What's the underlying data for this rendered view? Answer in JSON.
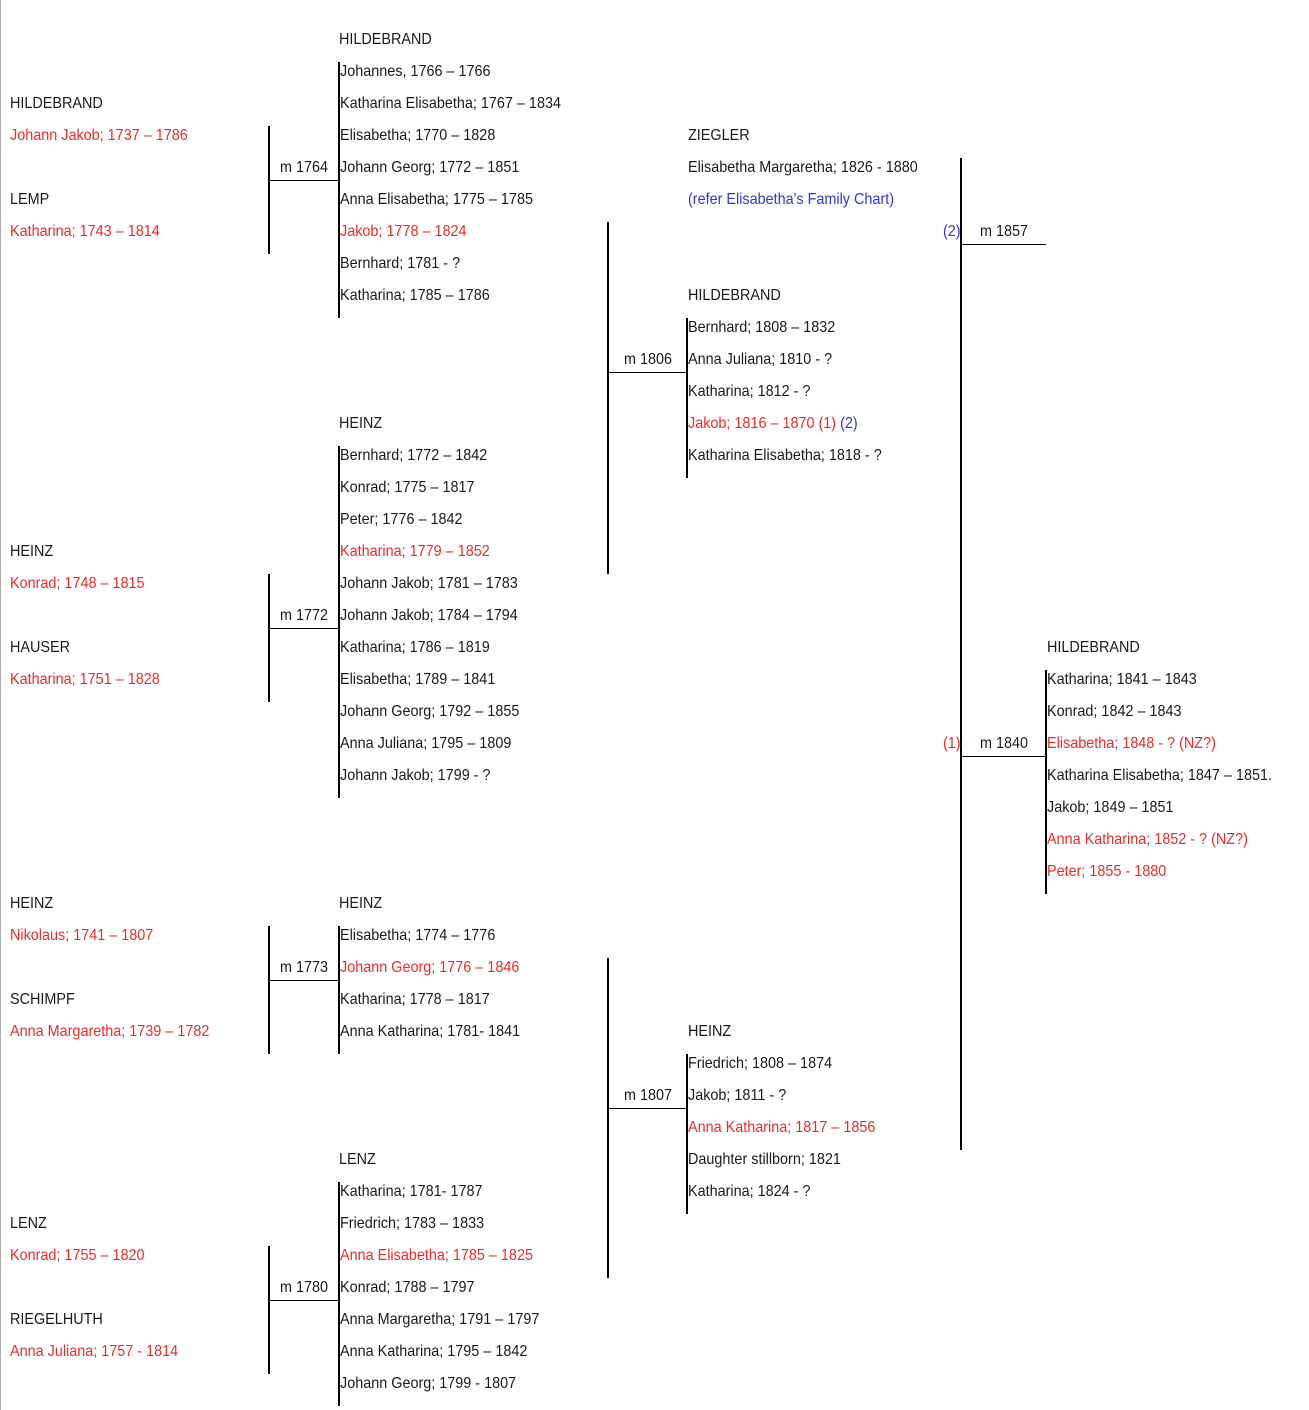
{
  "grandparents": [
    {
      "father_surname": "HILDEBRAND",
      "father": "Johann Jakob; 1737 – 1786",
      "mother_surname": "LEMP",
      "mother": "Katharina; 1743 – 1814",
      "marriage": "m 1764"
    },
    {
      "father_surname": "HEINZ",
      "father": "Konrad; 1748 – 1815",
      "mother_surname": "HAUSER",
      "mother": "Katharina; 1751 – 1828",
      "marriage": "m 1772"
    },
    {
      "father_surname": "HEINZ",
      "father": "Nikolaus; 1741 – 1807",
      "mother_surname": "SCHIMPF",
      "mother": "Anna Margaretha; 1739 – 1782",
      "marriage": "m 1773"
    },
    {
      "father_surname": "LENZ",
      "father": "Konrad; 1755 – 1820",
      "mother_surname": "RIEGELHUTH",
      "mother": "Anna Juliana; 1757 - 1814",
      "marriage": "m 1780"
    }
  ],
  "families_gen2": [
    {
      "surname": "HILDEBRAND",
      "children": [
        {
          "text": "Johannes, 1766 – 1766",
          "highlight": false
        },
        {
          "text": "Katharina Elisabetha; 1767 – 1834",
          "highlight": false
        },
        {
          "text": "Elisabetha; 1770 – 1828",
          "highlight": false
        },
        {
          "text": "Johann Georg; 1772 – 1851",
          "highlight": false
        },
        {
          "text": "Anna Elisabetha; 1775 – 1785",
          "highlight": false
        },
        {
          "text": "Jakob; 1778 – 1824",
          "highlight": true
        },
        {
          "text": "Bernhard; 1781 - ?",
          "highlight": false
        },
        {
          "text": "Katharina; 1785 – 1786",
          "highlight": false
        }
      ]
    },
    {
      "surname": "HEINZ",
      "children": [
        {
          "text": "Bernhard; 1772 – 1842",
          "highlight": false
        },
        {
          "text": "Konrad; 1775 – 1817",
          "highlight": false
        },
        {
          "text": "Peter; 1776 – 1842",
          "highlight": false
        },
        {
          "text": "Katharina; 1779 – 1852",
          "highlight": true
        },
        {
          "text": "Johann Jakob; 1781 – 1783",
          "highlight": false
        },
        {
          "text": "Johann Jakob; 1784 – 1794",
          "highlight": false
        },
        {
          "text": "Katharina; 1786 – 1819",
          "highlight": false
        },
        {
          "text": "Elisabetha; 1789 – 1841",
          "highlight": false
        },
        {
          "text": "Johann Georg; 1792 – 1855",
          "highlight": false
        },
        {
          "text": "Anna Juliana; 1795 – 1809",
          "highlight": false
        },
        {
          "text": "Johann Jakob; 1799 - ?",
          "highlight": false
        }
      ]
    },
    {
      "surname": "HEINZ",
      "children": [
        {
          "text": "Elisabetha; 1774 – 1776",
          "highlight": false
        },
        {
          "text": "Johann Georg; 1776 – 1846",
          "highlight": true
        },
        {
          "text": "Katharina; 1778 – 1817",
          "highlight": false
        },
        {
          "text": "Anna Katharina; 1781- 1841",
          "highlight": false
        }
      ]
    },
    {
      "surname": "LENZ",
      "children": [
        {
          "text": "Katharina; 1781- 1787",
          "highlight": false
        },
        {
          "text": "Friedrich; 1783 – 1833",
          "highlight": false
        },
        {
          "text": "Anna Elisabetha; 1785 – 1825",
          "highlight": true
        },
        {
          "text": "Konrad; 1788 – 1797",
          "highlight": false
        },
        {
          "text": "Anna Margaretha; 1791 – 1797",
          "highlight": false
        },
        {
          "text": "Anna Katharina; 1795 – 1842",
          "highlight": false
        },
        {
          "text": "Johann Georg; 1799 - 1807",
          "highlight": false
        }
      ]
    }
  ],
  "marriages_gen2": [
    "m 1806",
    "m 1807"
  ],
  "ziegler": {
    "surname": "ZIEGLER",
    "name": "Elisabetha Margaretha; 1826 - 1880",
    "link": "(refer Elisabetha's Family Chart)"
  },
  "families_gen3": [
    {
      "surname": "HILDEBRAND",
      "children": [
        {
          "text": "Bernhard; 1808 – 1832",
          "highlight": false
        },
        {
          "text": "Anna Juliana; 1810 - ?",
          "highlight": false
        },
        {
          "text": "Katharina; 1812 - ?",
          "highlight": false
        },
        {
          "text": "Jakob; 1816 – 1870 (1)",
          "highlight": true,
          "suffix": "(2)"
        },
        {
          "text": "Katharina Elisabetha; 1818 - ?",
          "highlight": false
        }
      ]
    },
    {
      "surname": "HEINZ",
      "children": [
        {
          "text": "Friedrich; 1808 – 1874",
          "highlight": false
        },
        {
          "text": "Jakob; 1811 - ?",
          "highlight": false
        },
        {
          "text": "Anna Katharina; 1817 – 1856",
          "highlight": true
        },
        {
          "text": "Daughter stillborn; 1821",
          "highlight": false
        },
        {
          "text": "Katharina; 1824 - ?",
          "highlight": false
        }
      ]
    }
  ],
  "marriages_gen3": [
    {
      "index": "(2)",
      "label": "m 1857"
    },
    {
      "index": "(1)",
      "label": "m 1840"
    }
  ],
  "family_gen4": {
    "surname": "HILDEBRAND",
    "children": [
      {
        "text": "Katharina; 1841 – 1843",
        "highlight": false
      },
      {
        "text": "Konrad; 1842 – 1843",
        "highlight": false
      },
      {
        "text": "Elisabetha; 1848 - ? (NZ?)",
        "highlight": true
      },
      {
        "text": "Katharina Elisabetha; 1847 – 1851.",
        "highlight": false
      },
      {
        "text": "Jakob; 1849 – 1851",
        "highlight": false
      },
      {
        "text": "Anna Katharina; 1852 - ? (NZ?)",
        "highlight": true
      },
      {
        "text": "Peter; 1855 - 1880",
        "highlight": true
      }
    ]
  },
  "colors": {
    "highlight": "#ee2a2a",
    "link": "#3333dd",
    "text": "#1a1a1a",
    "lines": "#000000"
  }
}
